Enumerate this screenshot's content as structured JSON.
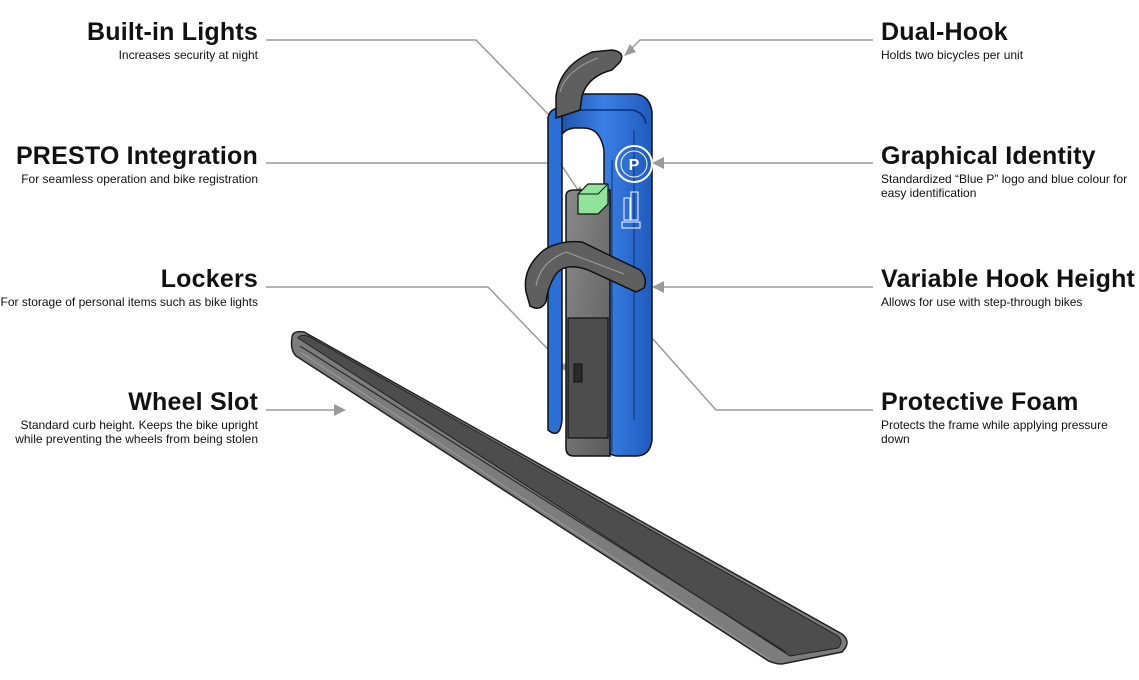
{
  "labels": {
    "built_in_lights": {
      "title": "Built-in Lights",
      "desc": "Increases security at night"
    },
    "presto": {
      "title": "PRESTO Integration",
      "desc": "For seamless operation and bike registration"
    },
    "lockers": {
      "title": "Lockers",
      "desc": "For storage of personal items such as bike lights"
    },
    "wheel_slot": {
      "title": "Wheel Slot",
      "desc_line1": "Standard curb height. Keeps the bike upright",
      "desc_line2": "while preventing the wheels from being stolen"
    },
    "dual_hook": {
      "title": "Dual-Hook",
      "desc": "Holds two bicycles per unit"
    },
    "graphical_identity": {
      "title": "Graphical Identity",
      "desc_line1": "Standardized “Blue P” logo and blue colour for",
      "desc_line2": "easy identification"
    },
    "variable_hook": {
      "title": "Variable Hook Height",
      "desc": "Allows for use with step-through bikes"
    },
    "protective_foam": {
      "title": "Protective Foam",
      "desc": "Protects the frame while applying pressure down"
    }
  },
  "logo_letter": "P",
  "colors": {
    "blue": "#2a6fd6",
    "blue_dark": "#1c4ea3",
    "grey": "#6e6e6e",
    "grey_light": "#a9a9a9",
    "green": "#8fe39a",
    "leader": "#9a9a9a"
  }
}
